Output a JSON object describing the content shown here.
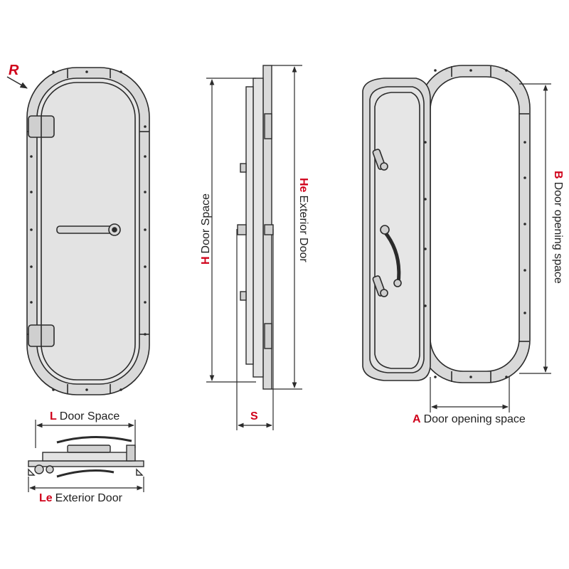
{
  "labels": {
    "r": "R",
    "l_code": "L",
    "l_text": "Door Space",
    "le_code": "Le",
    "le_text": "Exterior Door",
    "h_code": "H",
    "h_text": "Door Space",
    "he_code": "He",
    "he_text": "Exterior Door",
    "s_code": "S",
    "a_code": "A",
    "a_text": "Door opening space",
    "b_code": "B",
    "b_text": "Door opening space"
  },
  "colors": {
    "accent": "#d0021b",
    "frame": "#d9d9d9",
    "panel": "#e6e6e6",
    "line": "#2b2b2b"
  }
}
